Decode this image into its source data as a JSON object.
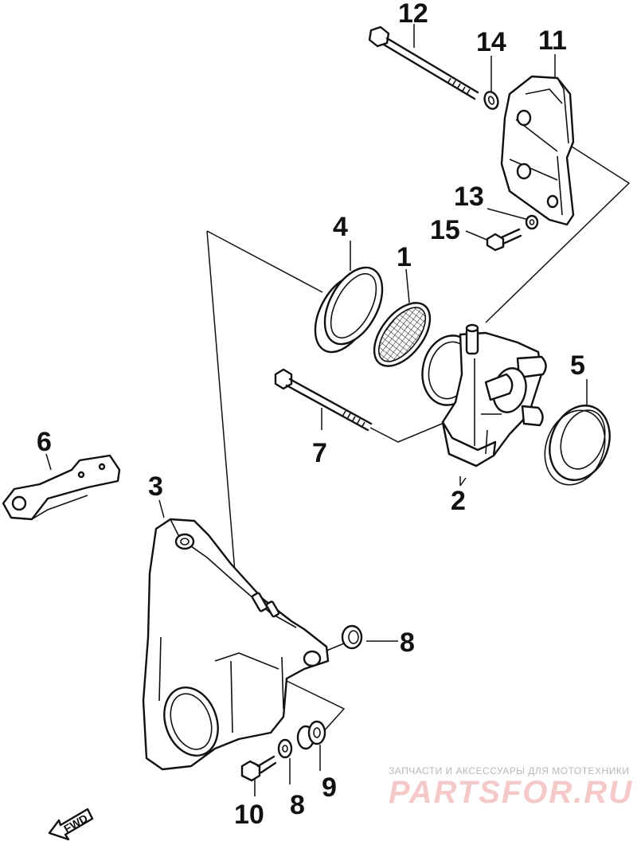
{
  "labels": {
    "p1": "1",
    "p2": "2",
    "p3": "3",
    "p4": "4",
    "p5": "5",
    "p6": "6",
    "p7": "7",
    "p8a": "8",
    "p8b": "8",
    "p9": "9",
    "p10": "10",
    "p11": "11",
    "p12": "12",
    "p13": "13",
    "p14": "14",
    "p15": "15"
  },
  "direction_marker": "FWD",
  "watermark": {
    "tagline": "ЗАПЧАСТИ И АКСЕССУАРЫ ДЛЯ МОТОТЕХНИКИ",
    "brand": "PARTSFOR.RU",
    "color": "#f6c9c9"
  }
}
